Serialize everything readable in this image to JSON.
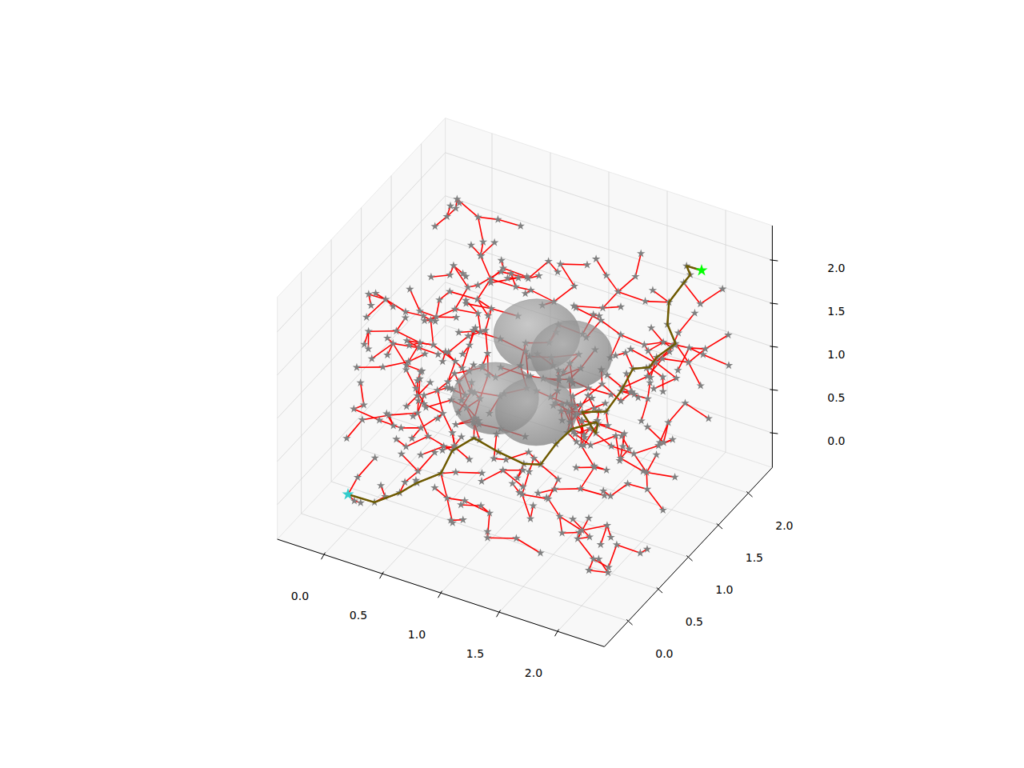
{
  "diagram": {
    "labels": [
      "0.0",
      "0.5",
      "1.0",
      "1.5",
      "2.0",
      "0.0",
      "0.5",
      "1.0",
      "1.5",
      "2.0",
      "0.0",
      "0.5",
      "1.0",
      "1.5",
      "2.0"
    ]
  }
}
